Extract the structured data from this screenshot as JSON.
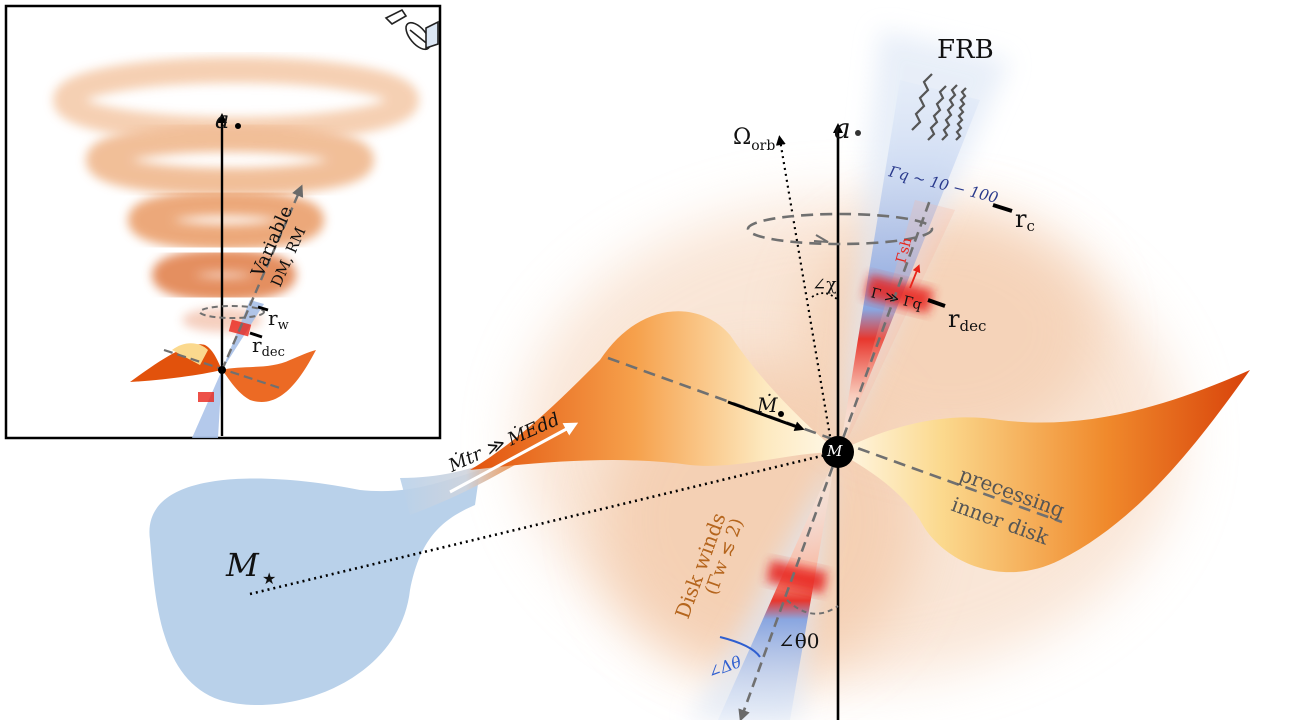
{
  "colors": {
    "star": "#b9d1ea",
    "disk_dark": "#e2520c",
    "disk_light": "#fbe6b8",
    "halo": "#f3c7a6",
    "jet_blue": "#a7c0e8",
    "shock_red": "#e8241a",
    "dark_blue_text": "#2a3a8c",
    "wind_text": "#b5651d",
    "dashed_gray": "#707070",
    "black": "#000000"
  },
  "labels": {
    "frb": "FRB",
    "spin_main": "a",
    "omega": "Ω",
    "omega_sub": "orb",
    "gamma_q_range": "Γq ∼ 10 − 100",
    "r_c": "r",
    "r_c_sub": "c",
    "gamma_sh": "Γsh",
    "gamma_cond": "Γ ≫ Γq",
    "r_dec": "r",
    "r_dec_sub": "dec",
    "angle_chi": "∠χ",
    "mdot_bh": "Ṁ",
    "bh_mass": "M",
    "mdot_tr": "Ṁtr ≫ ṀEdd",
    "m_star": "M",
    "precessing_1": "precessing",
    "precessing_2": "inner disk",
    "winds_1": "Disk winds",
    "winds_2": "(Γw ≲ 2)",
    "angle_theta0": "∠θ0",
    "angle_dtheta": "∠Δθ"
  },
  "inset": {
    "spin": "a",
    "variable_1": "Variable",
    "variable_2": "DM, RM",
    "r_w": "r",
    "r_w_sub": "w",
    "r_dec": "r",
    "r_dec_sub": "dec"
  }
}
